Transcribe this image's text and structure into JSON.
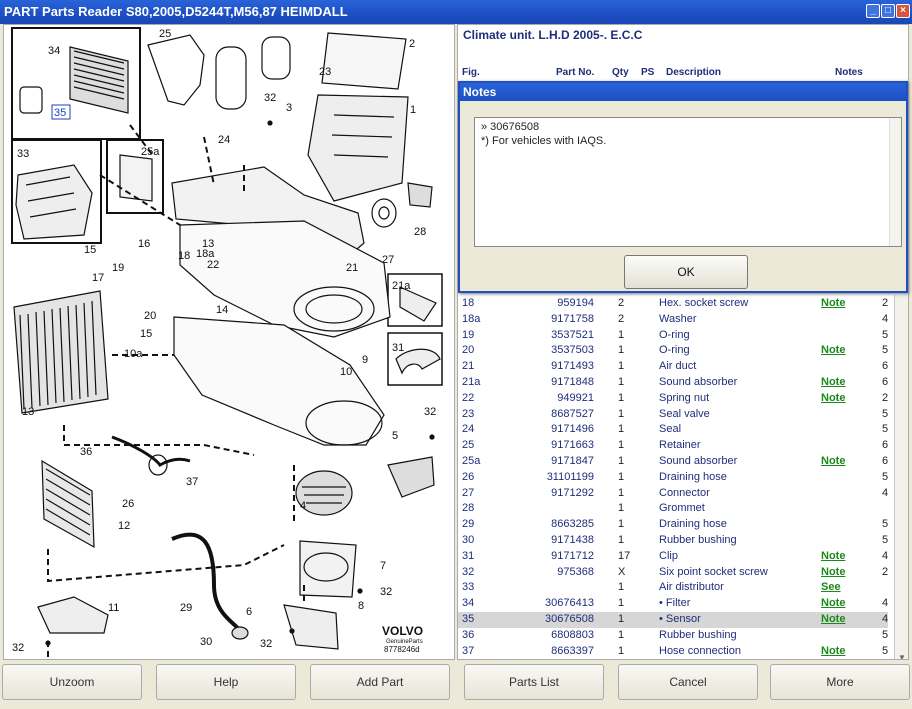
{
  "window": {
    "title": "PART Parts Reader S80,2005,D5244T,M56,87 HEIMDALL",
    "btn_min": "_",
    "btn_max": "□",
    "btn_close": "×"
  },
  "diagram": {
    "callouts": [
      "34",
      "35",
      "25",
      "2",
      "23",
      "24",
      "32",
      "3",
      "1",
      "33",
      "25a",
      "15",
      "16",
      "13",
      "18",
      "18a",
      "22",
      "17",
      "19",
      "20",
      "14",
      "21",
      "27",
      "28",
      "21a",
      "15",
      "10a",
      "9",
      "31",
      "10",
      "13",
      "36",
      "32",
      "5",
      "26",
      "37",
      "4",
      "12",
      "7",
      "11",
      "29",
      "6",
      "8",
      "32",
      "30",
      "32",
      "32"
    ],
    "brand": "VOLVO",
    "brand_sub": "GenuineParts",
    "code": "8778246d"
  },
  "table": {
    "title": "Climate unit. L.H.D 2005-. E.C.C",
    "headers": {
      "fig": "Fig.",
      "part": "Part No.",
      "qty": "Qty",
      "ps": "PS",
      "desc": "Description",
      "notes": "Notes"
    },
    "rows": [
      {
        "fig": "18",
        "part": "959194",
        "qty": "2",
        "desc": "Hex. socket screw",
        "note": "Note",
        "cnt": "2"
      },
      {
        "fig": "18a",
        "part": "9171758",
        "qty": "2",
        "desc": "Washer",
        "note": "",
        "cnt": "4"
      },
      {
        "fig": "19",
        "part": "3537521",
        "qty": "1",
        "desc": "O-ring",
        "note": "",
        "cnt": "5"
      },
      {
        "fig": "20",
        "part": "3537503",
        "qty": "1",
        "desc": "O-ring",
        "note": "Note",
        "cnt": "5"
      },
      {
        "fig": "21",
        "part": "9171493",
        "qty": "1",
        "desc": "Air duct",
        "note": "",
        "cnt": "6"
      },
      {
        "fig": "21a",
        "part": "9171848",
        "qty": "1",
        "desc": "Sound absorber",
        "note": "Note",
        "cnt": "6"
      },
      {
        "fig": "22",
        "part": "949921",
        "qty": "1",
        "desc": "Spring nut",
        "note": "Note",
        "cnt": "2"
      },
      {
        "fig": "23",
        "part": "8687527",
        "qty": "1",
        "desc": "Seal valve",
        "note": "",
        "cnt": "5"
      },
      {
        "fig": "24",
        "part": "9171496",
        "qty": "1",
        "desc": "Seal",
        "note": "",
        "cnt": "5"
      },
      {
        "fig": "25",
        "part": "9171663",
        "qty": "1",
        "desc": "Retainer",
        "note": "",
        "cnt": "6"
      },
      {
        "fig": "25a",
        "part": "9171847",
        "qty": "1",
        "desc": "Sound absorber",
        "note": "Note",
        "cnt": "6"
      },
      {
        "fig": "26",
        "part": "31101199",
        "qty": "1",
        "desc": "Draining hose",
        "note": "",
        "cnt": "5"
      },
      {
        "fig": "27",
        "part": "9171292",
        "qty": "1",
        "desc": "Connector",
        "note": "",
        "cnt": "4"
      },
      {
        "fig": "28",
        "part": "",
        "qty": "1",
        "desc": "Grommet",
        "note": "",
        "cnt": ""
      },
      {
        "fig": "29",
        "part": "8663285",
        "qty": "1",
        "desc": "Draining hose",
        "note": "",
        "cnt": "5"
      },
      {
        "fig": "30",
        "part": "9171438",
        "qty": "1",
        "desc": "Rubber bushing",
        "note": "",
        "cnt": "5"
      },
      {
        "fig": "31",
        "part": "9171712",
        "qty": "17",
        "desc": "Clip",
        "note": "Note",
        "cnt": "4"
      },
      {
        "fig": "32",
        "part": "975368",
        "qty": "X",
        "desc": "Six point socket screw",
        "note": "Note",
        "cnt": "2"
      },
      {
        "fig": "33",
        "part": "",
        "qty": "1",
        "desc": "Air distributor",
        "note": "See",
        "cnt": ""
      },
      {
        "fig": "34",
        "part": "30676413",
        "qty": "1",
        "desc": "• Filter",
        "note": "Note",
        "cnt": "4"
      },
      {
        "fig": "35",
        "part": "30676508",
        "qty": "1",
        "desc": "• Sensor",
        "note": "Note",
        "cnt": "4"
      },
      {
        "fig": "36",
        "part": "6808803",
        "qty": "1",
        "desc": "Rubber bushing",
        "note": "",
        "cnt": "5"
      },
      {
        "fig": "37",
        "part": "8663397",
        "qty": "1",
        "desc": "Hose connection",
        "note": "Note",
        "cnt": "5"
      }
    ]
  },
  "notes_dialog": {
    "title": "Notes",
    "line1": "» 30676508",
    "line2": "*) For vehicles with IAQS.",
    "ok": "OK"
  },
  "buttons": [
    "Unzoom",
    "Help",
    "Add Part",
    "Parts List",
    "Cancel",
    "More"
  ]
}
